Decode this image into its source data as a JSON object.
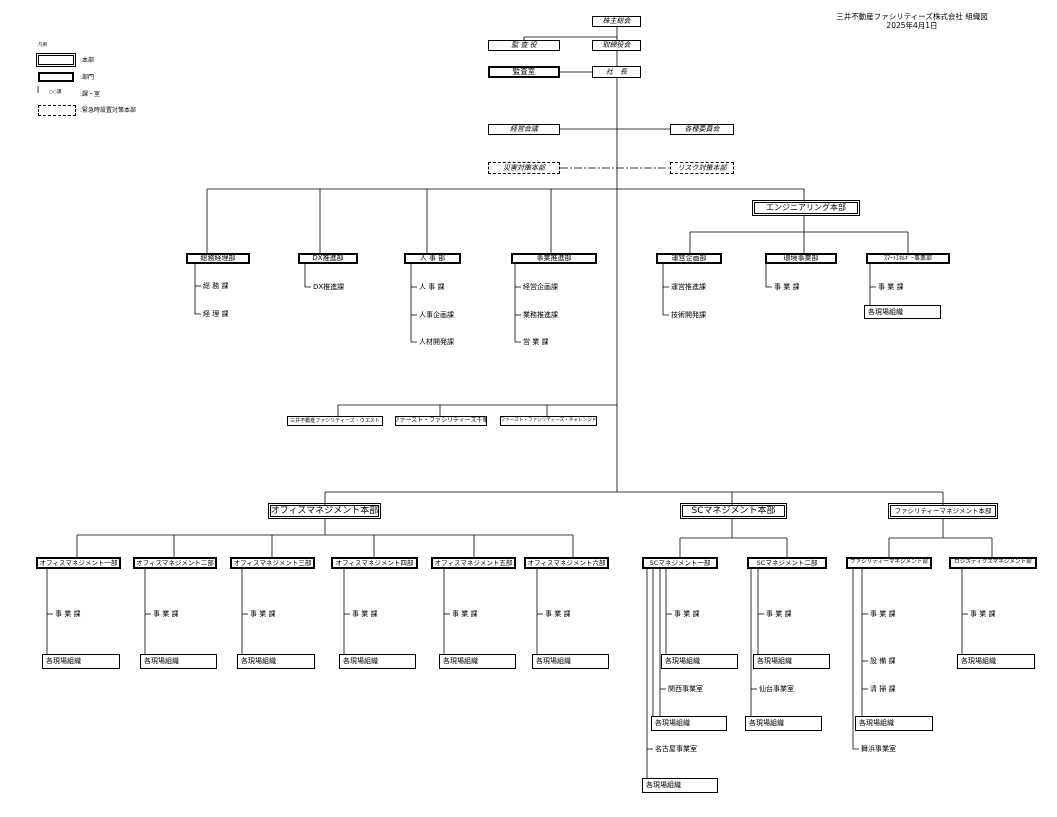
{
  "title": {
    "company": "三井不動産ファシリティーズ株式会社",
    "chart_name": "組織図",
    "date": "2025年4月1日"
  },
  "legend": {
    "heading": "凡例",
    "hq": ":本部",
    "dept": ":部門",
    "section_sample": "○○課",
    "section": ":課・室",
    "crisis": ":緊急時設置対策本部"
  },
  "top": {
    "shareholders": "株主総会",
    "auditors": "監 査 役",
    "board": "取締役会",
    "audit_office": "監査室",
    "president": "社　長",
    "mgmt_meeting": "経営会議",
    "committees": "各種委員会",
    "disaster_hq": "災害対策本部",
    "risk_hq": "リスク対策本部"
  },
  "engineering": {
    "name": "エンジニアリング本部",
    "depts": [
      {
        "name": "運営企画部",
        "sections": [
          "運営推進課",
          "技術開発課"
        ]
      },
      {
        "name": "環境事業部",
        "sections": [
          "事 業 課"
        ]
      },
      {
        "name": "ｽﾏｰﾄｴﾈﾙｷﾞｰ事業部",
        "sections": [
          "事 業 課"
        ],
        "site": "各現場組織"
      }
    ]
  },
  "staff": [
    {
      "name": "総務経理部",
      "sections": [
        "総 務 課",
        "経 理 課"
      ]
    },
    {
      "name": "DX推進部",
      "sections": [
        "DX推進課"
      ]
    },
    {
      "name": "人 事 部",
      "sections": [
        "人 事 課",
        "人事企画課",
        "人材開発課"
      ]
    },
    {
      "name": "事業推進部",
      "sections": [
        "経営企画課",
        "業務推進課",
        "営 業 課"
      ]
    }
  ],
  "subsidiaries": [
    "三井不動産ファシリティーズ・ウエスト",
    "ファースト・ファシリティーズ千葉",
    "ファースト・ファシリティーズ・チャレンジド"
  ],
  "office": {
    "name": "オフィスマネジメント本部",
    "depts": [
      {
        "name": "オフィスマネジメント一部",
        "section": "事 業 課",
        "site": "各現場組織"
      },
      {
        "name": "オフィスマネジメント二部",
        "section": "事 業 課",
        "site": "各現場組織"
      },
      {
        "name": "オフィスマネジメント三部",
        "section": "事 業 課",
        "site": "各現場組織"
      },
      {
        "name": "オフィスマネジメント四部",
        "section": "事 業 課",
        "site": "各現場組織"
      },
      {
        "name": "オフィスマネジメント五部",
        "section": "事 業 課",
        "site": "各現場組織"
      },
      {
        "name": "オフィスマネジメント六部",
        "section": "事 業 課",
        "site": "各現場組織"
      }
    ]
  },
  "sc": {
    "name": "SCマネジメント本部",
    "dept1": {
      "name": "SCマネジメント一部",
      "section": "事 業 課",
      "site": "各現場組織",
      "office1": "関西事業室",
      "site2": "各現場組織",
      "office2": "名古屋事業室",
      "site3": "各現場組織"
    },
    "dept2": {
      "name": "SCマネジメント二部",
      "section": "事 業 課",
      "site": "各現場組織",
      "office1": "仙台事業室",
      "site2": "各現場組織"
    }
  },
  "facility": {
    "name": "ファシリティーマネジメント本部",
    "dept1": {
      "name": "ファシリティーマネジメント部",
      "sections": [
        "事 業 課",
        "設 備 課",
        "清 掃 課"
      ],
      "site": "各現場組織",
      "office": "舞浜事業室"
    },
    "dept2": {
      "name": "ロジスティクスマネジメント部",
      "section": "事 業 課",
      "site": "各現場組織"
    }
  }
}
